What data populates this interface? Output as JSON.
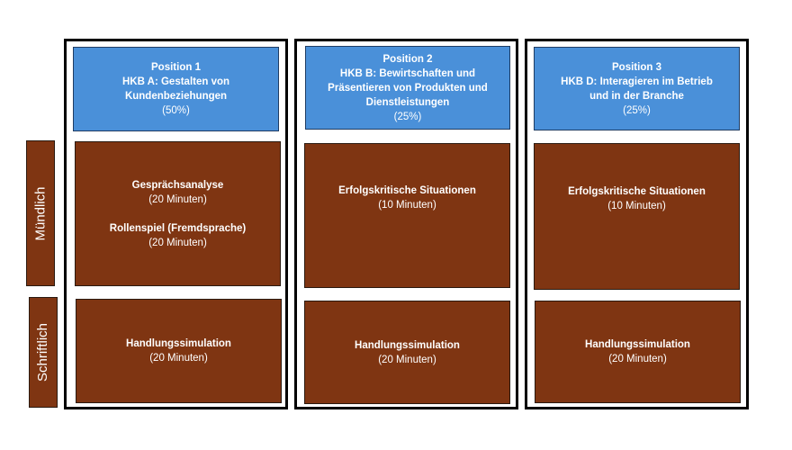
{
  "rows": {
    "oral": {
      "label": "Mündlich"
    },
    "written": {
      "label": "Schriftlich"
    }
  },
  "columns": [
    {
      "position": "Position 1",
      "title_lines": [
        "HKB A: Gestalten von",
        "Kundenbeziehungen"
      ],
      "weight": "(50%)",
      "oral": [
        {
          "name": "Gesprächsanalyse",
          "duration": "(20 Minuten)"
        },
        {
          "name": "Rollenspiel (Fremdsprache)",
          "duration": "(20 Minuten)"
        }
      ],
      "written": [
        {
          "name": "Handlungssimulation",
          "duration": "(20 Minuten)"
        }
      ]
    },
    {
      "position": "Position 2",
      "title_lines": [
        "HKB B: Bewirtschaften und",
        "Präsentieren von Produkten und",
        "Dienstleistungen"
      ],
      "weight": "(25%)",
      "oral": [
        {
          "name": "Erfolgskritische Situationen",
          "duration": "(10 Minuten)"
        }
      ],
      "written": [
        {
          "name": "Handlungssimulation",
          "duration": "(20 Minuten)"
        }
      ]
    },
    {
      "position": "Position 3",
      "title_lines": [
        "HKB D: Interagieren im Betrieb",
        "und in der Branche"
      ],
      "weight": "(25%)",
      "oral": [
        {
          "name": "Erfolgskritische Situationen",
          "duration": "(10 Minuten)"
        }
      ],
      "written": [
        {
          "name": "Handlungssimulation",
          "duration": "(20 Minuten)"
        }
      ]
    }
  ],
  "colors": {
    "header_blue": "#4a90d9",
    "cell_brown": "#7f3512",
    "border": "#000000"
  }
}
